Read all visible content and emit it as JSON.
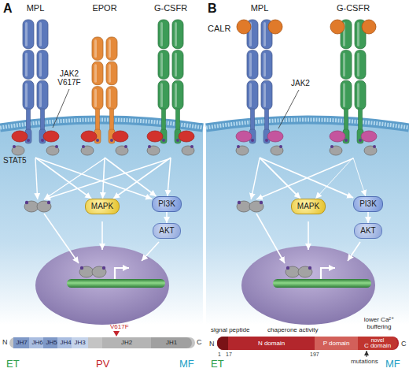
{
  "diagram": {
    "nodes": [
      {
        "text": [
          "MPL"
        ]
      },
      {
        "text": [
          "EPOR"
        ]
      },
      {
        "text": [
          "G-CSFR"
        ]
      },
      {
        "text": [
          "MAPK"
        ]
      },
      {
        "text": [
          "PI3K"
        ]
      },
      {
        "text": [
          "AKT"
        ]
      },
      {
        "text": [
          "JH7"
        ]
      },
      {
        "text": [
          "JH6"
        ]
      },
      {
        "text": [
          "JH5"
        ]
      },
      {
        "text": [
          "JH4"
        ]
      },
      {
        "text": [
          "JH3"
        ]
      },
      {
        "text": [
          "JH2"
        ]
      },
      {
        "text": [
          "JH1"
        ]
      },
      {
        "text": [
          "MPL"
        ]
      },
      {
        "text": [
          "G-CSFR"
        ]
      },
      {
        "text": [
          "MAPK"
        ]
      },
      {
        "text": [
          "PI3K"
        ]
      },
      {
        "text": [
          "AKT"
        ]
      },
      {
        "text": [
          "N domain"
        ]
      },
      {
        "text": [
          "P domain"
        ]
      },
      {
        "text": [
          "novel",
          "C domain"
        ]
      }
    ],
    "edges": [
      {
        "from": 0,
        "to": 3,
        "arrow": "to"
      },
      {
        "from": 0,
        "to": 4,
        "arrow": "to"
      },
      {
        "from": 1,
        "to": 3,
        "arrow": "to"
      },
      {
        "from": 1,
        "to": 4,
        "arrow": "to"
      },
      {
        "from": 2,
        "to": 3,
        "arrow": "to"
      },
      {
        "from": 2,
        "to": 4,
        "arrow": "to"
      },
      {
        "from": 4,
        "to": 5,
        "arrow": "to"
      },
      {
        "from": 13,
        "to": 15,
        "arrow": "to"
      },
      {
        "from": 13,
        "to": 16,
        "arrow": "to"
      },
      {
        "from": 14,
        "to": 15,
        "arrow": "to"
      },
      {
        "from": 14,
        "to": 16,
        "arrow": "to"
      },
      {
        "from": 16,
        "to": 17,
        "arrow": "to"
      }
    ],
    "labels": [
      "A",
      "JAK2 V617F",
      "STAT5",
      "N",
      "C",
      "V617F",
      "ET",
      "PV",
      "MF",
      "B",
      "CALR",
      "JAK2",
      "signal peptide",
      "chaperone activity",
      "lower Ca²⁺ buffering",
      "N",
      "C",
      "1",
      "17",
      "197",
      "mutations",
      "ET",
      "MF"
    ]
  }
}
